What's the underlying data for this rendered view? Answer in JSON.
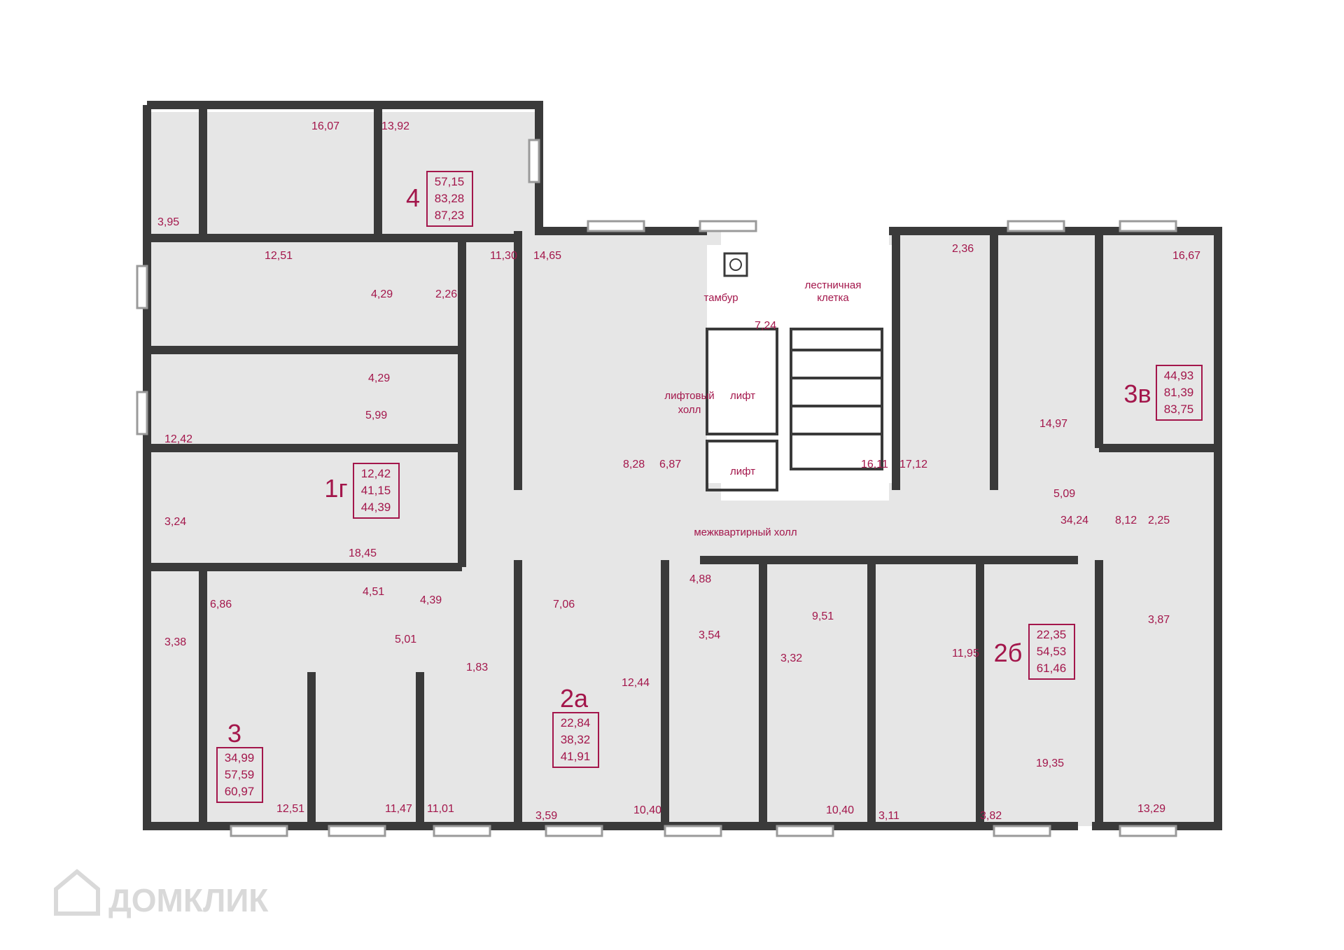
{
  "legend_labels": {
    "tambur": "тамбур",
    "stair": [
      "лестничная",
      "клетка"
    ],
    "lift_hall": [
      "лифтовый",
      "холл"
    ],
    "lift": "лифт",
    "corridor": "межквартирный холл"
  },
  "apartments": [
    {
      "type": "4",
      "areas": [
        "57,15",
        "83,28",
        "87,23"
      ]
    },
    {
      "type": "1г",
      "areas": [
        "12,42",
        "41,15",
        "44,39"
      ]
    },
    {
      "type": "3",
      "areas": [
        "34,99",
        "57,59",
        "60,97"
      ]
    },
    {
      "type": "2а",
      "areas": [
        "22,84",
        "38,32",
        "41,91"
      ]
    },
    {
      "type": "2б",
      "areas": [
        "22,35",
        "54,53",
        "61,46"
      ]
    },
    {
      "type": "3в",
      "areas": [
        "44,93",
        "81,39",
        "83,75"
      ]
    }
  ],
  "room_areas": [
    "16,07",
    "13,92",
    "3,95",
    "12,51",
    "11,30",
    "14,65",
    "4,29",
    "2,26",
    "4,29",
    "5,99",
    "12,42",
    "8,28",
    "6,87",
    "7,24",
    "16,11",
    "17,12",
    "2,36",
    "16,67",
    "14,97",
    "5,09",
    "34,24",
    "8,12",
    "2,25",
    "3,24",
    "18,45",
    "6,86",
    "3,38",
    "4,51",
    "4,39",
    "5,01",
    "1,83",
    "7,06",
    "12,44",
    "4,88",
    "3,54",
    "3,32",
    "9,51",
    "11,95",
    "3,87",
    "12,51",
    "11,47",
    "11,01",
    "3,59",
    "10,40",
    "10,40",
    "3,11",
    "3,82",
    "19,35",
    "13,29"
  ],
  "watermark": "ДОМКЛИК",
  "colors": {
    "wall": "#3a3a3a",
    "floor": "#e6e6e6",
    "accent": "#a3164b",
    "window": "#9a9a9a"
  }
}
